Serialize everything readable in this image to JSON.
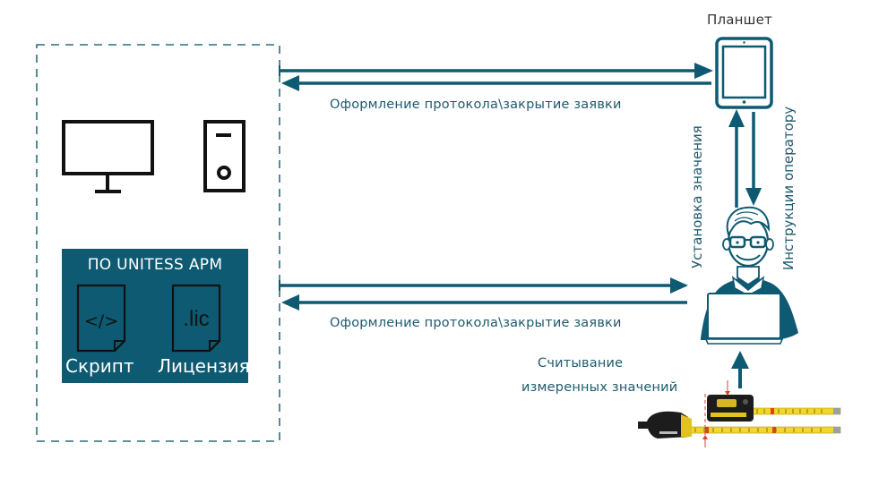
{
  "diagram": {
    "workstation": {
      "monitor_icon": "monitor-icon",
      "pc_icon": "pc-tower-icon",
      "software": {
        "title": "ПО UNITESS АРМ",
        "files": [
          {
            "icon": "code-file-icon",
            "glyph": "</>",
            "caption": "Скрипт"
          },
          {
            "icon": "license-file-icon",
            "glyph": ".lic",
            "caption": "Лицензия"
          }
        ]
      }
    },
    "tablet": {
      "label": "Планшет",
      "icon": "tablet-icon"
    },
    "operator": {
      "icon": "operator-with-laptop-icon"
    },
    "measuring_device": {
      "icon": "tape-measure-icon"
    },
    "arrows": {
      "workstation_tablet_label": "Оформление протокола\\закрытие заявки",
      "workstation_operator_label": "Оформление протокола\\закрытие заявки",
      "operator_to_tablet_label": "Установка значения",
      "tablet_to_operator_label": "Инструкции оператору",
      "reading_label_line1": "Считывание",
      "reading_label_line2": "измеренных значений"
    },
    "colors": {
      "accent": "#0e5a72",
      "text": "#1e5a6d",
      "dashed_border": "#2e6b7c",
      "icon_stroke": "#111111",
      "marker_red": "#e23b3b"
    }
  }
}
